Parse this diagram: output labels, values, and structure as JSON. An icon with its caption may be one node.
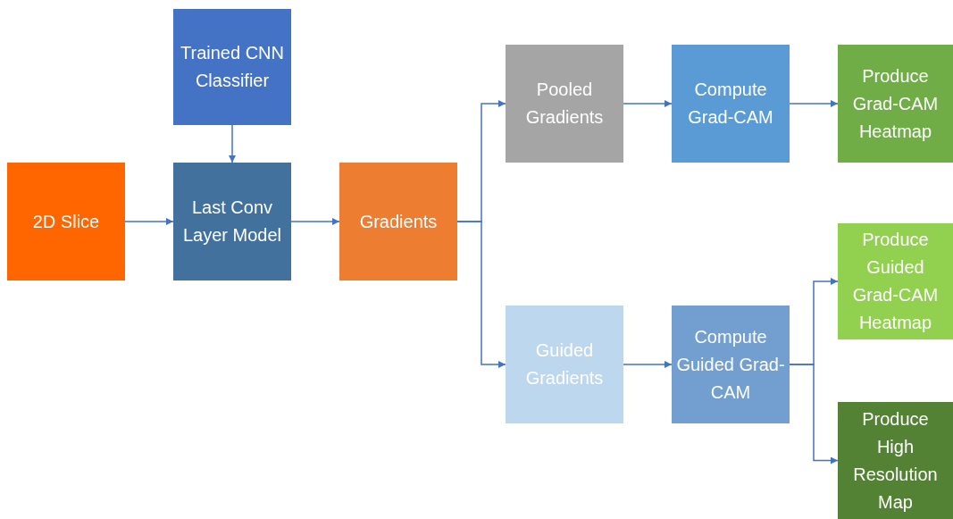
{
  "diagram": {
    "nodes": [
      {
        "text": [
          "Trained CNN Classifier"
        ]
      },
      {
        "text": [
          "2D Slice"
        ]
      },
      {
        "text": [
          "Last Conv Layer Model"
        ]
      },
      {
        "text": [
          "Gradients"
        ]
      },
      {
        "text": [
          "Pooled Gradients"
        ]
      },
      {
        "text": [
          "Compute Grad-CAM"
        ]
      },
      {
        "text": [
          "Produce Grad-CAM Heatmap"
        ]
      },
      {
        "text": [
          "Produce Guided Grad-CAM Heatmap"
        ]
      },
      {
        "text": [
          "Guided Gradients"
        ]
      },
      {
        "text": [
          "Compute Guided Grad-CAM"
        ]
      },
      {
        "text": [
          "Produce High Resolution Map"
        ]
      }
    ],
    "edges": [
      {
        "from": 0,
        "to": 2,
        "arrow": "to"
      },
      {
        "from": 1,
        "to": 2,
        "arrow": "to"
      },
      {
        "from": 2,
        "to": 3,
        "arrow": "to"
      },
      {
        "from": 3,
        "to": 4,
        "arrow": "to"
      },
      {
        "from": 3,
        "to": 8,
        "arrow": "to"
      },
      {
        "from": 4,
        "to": 5,
        "arrow": "to"
      },
      {
        "from": 5,
        "to": 6,
        "arrow": "to"
      },
      {
        "from": 8,
        "to": 9,
        "arrow": "to"
      },
      {
        "from": 9,
        "to": 7,
        "arrow": "to"
      },
      {
        "from": 9,
        "to": 10,
        "arrow": "to"
      }
    ]
  }
}
